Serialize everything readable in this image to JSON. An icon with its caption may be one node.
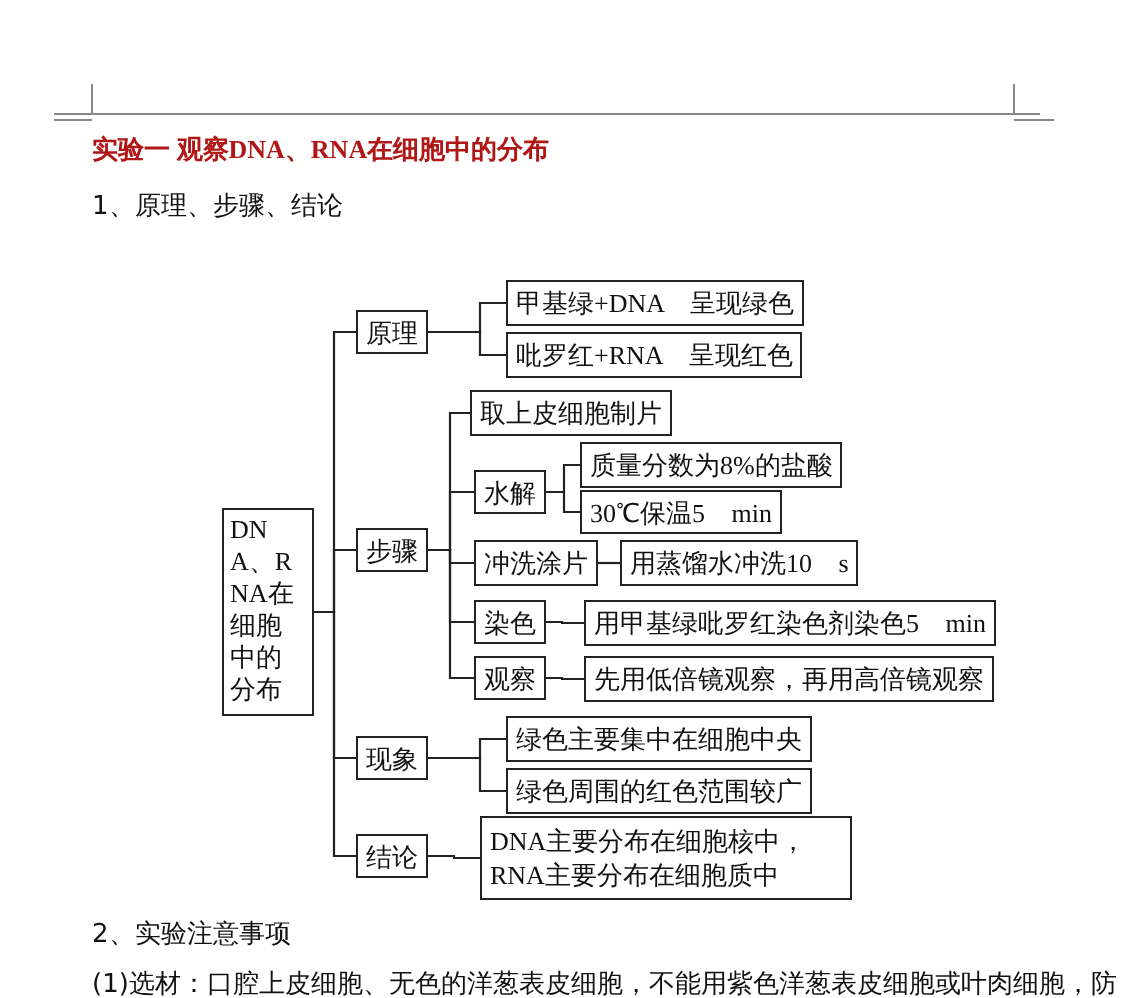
{
  "diagram": {
    "title": "实验一 观察DNA、RNA在细胞中的分布",
    "nodes": [
      {
        "text": [
          "DNA、RNA在细胞中的分布"
        ]
      },
      {
        "text": [
          "原理"
        ]
      },
      {
        "text": [
          "甲基绿+DNA 呈现绿色"
        ]
      },
      {
        "text": [
          "吡罗红+RNA 呈现红色"
        ]
      },
      {
        "text": [
          "步骤"
        ]
      },
      {
        "text": [
          "取上皮细胞制片"
        ]
      },
      {
        "text": [
          "水解"
        ]
      },
      {
        "text": [
          "质量分数为8%的盐酸"
        ]
      },
      {
        "text": [
          "30℃保温5 min"
        ]
      },
      {
        "text": [
          "冲洗涂片"
        ]
      },
      {
        "text": [
          "用蒸馏水冲洗10 s"
        ]
      },
      {
        "text": [
          "染色"
        ]
      },
      {
        "text": [
          "用甲基绿吡罗红染色剂染色5 min"
        ]
      },
      {
        "text": [
          "观察"
        ]
      },
      {
        "text": [
          "先用低倍镜观察，再用高倍镜观察"
        ]
      },
      {
        "text": [
          "现象"
        ]
      },
      {
        "text": [
          "绿色主要集中在细胞中央"
        ]
      },
      {
        "text": [
          "绿色周围的红色范围较广"
        ]
      },
      {
        "text": [
          "结论"
        ]
      },
      {
        "text": [
          "DNA主要分布在细胞核中，RNA主要分布在细胞质中"
        ]
      }
    ],
    "edges": [
      {
        "from": 0,
        "to": 1,
        "arrow": "none"
      },
      {
        "from": 0,
        "to": 4,
        "arrow": "none"
      },
      {
        "from": 0,
        "to": 15,
        "arrow": "none"
      },
      {
        "from": 0,
        "to": 18,
        "arrow": "none"
      },
      {
        "from": 1,
        "to": 2,
        "arrow": "none"
      },
      {
        "from": 1,
        "to": 3,
        "arrow": "none"
      },
      {
        "from": 4,
        "to": 5,
        "arrow": "none"
      },
      {
        "from": 4,
        "to": 6,
        "arrow": "none"
      },
      {
        "from": 4,
        "to": 9,
        "arrow": "none"
      },
      {
        "from": 4,
        "to": 11,
        "arrow": "none"
      },
      {
        "from": 4,
        "to": 13,
        "arrow": "none"
      },
      {
        "from": 6,
        "to": 7,
        "arrow": "none"
      },
      {
        "from": 6,
        "to": 8,
        "arrow": "none"
      },
      {
        "from": 9,
        "to": 10,
        "arrow": "none"
      },
      {
        "from": 11,
        "to": 12,
        "arrow": "none"
      },
      {
        "from": 13,
        "to": 14,
        "arrow": "none"
      },
      {
        "from": 15,
        "to": 16,
        "arrow": "none"
      },
      {
        "from": 15,
        "to": 17,
        "arrow": "none"
      },
      {
        "from": 18,
        "to": 19,
        "arrow": "none"
      }
    ],
    "labels": [
      "1、原理、步骤、结论",
      "2、实验注意事项",
      "(1)选材：口腔上皮细胞、无色的洋葱表皮细胞，不能用紫色洋葱表皮细胞或叶肉细胞，防"
    ]
  }
}
